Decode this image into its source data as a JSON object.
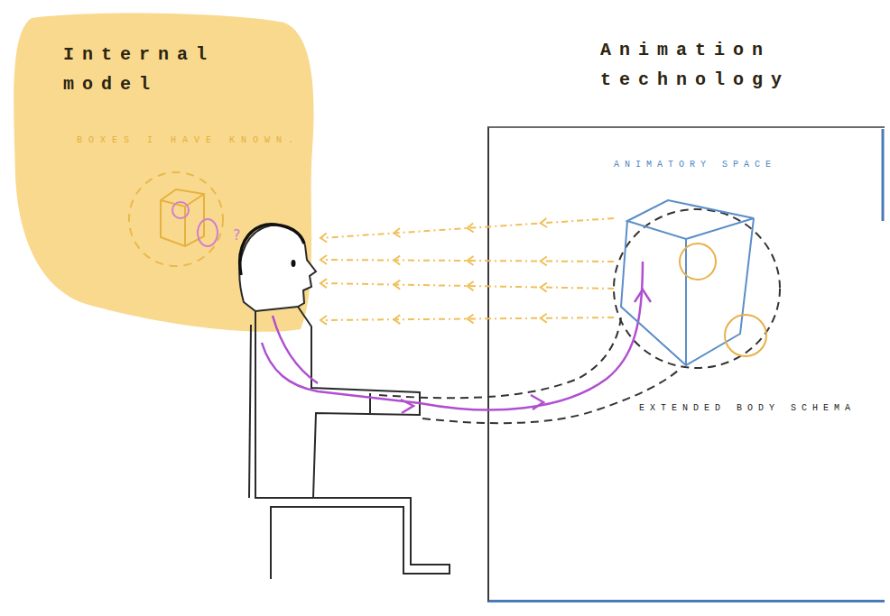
{
  "diagram": {
    "nodes": [
      {
        "text": [
          "Internal model",
          "BOXES I HAVE KNOWN."
        ]
      },
      {
        "text": [
          "Animation technology"
        ]
      },
      {
        "text": [
          "ANIMATORY SPACE"
        ],
        "in": 1
      }
    ],
    "edges": [
      {
        "from": 2,
        "to": 0,
        "arrow": "to"
      },
      {
        "from": 2,
        "to": 0,
        "arrow": "to"
      },
      {
        "from": 2,
        "to": 0,
        "arrow": "to"
      },
      {
        "from": 2,
        "to": 0,
        "arrow": "to"
      }
    ],
    "labels": [
      "?",
      "EXTENDED BODY SCHEMA"
    ]
  }
}
